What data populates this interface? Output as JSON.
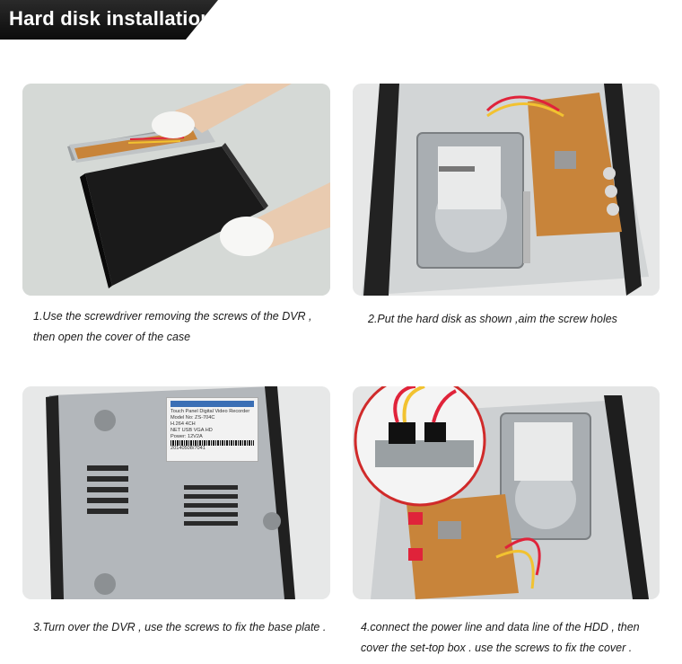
{
  "header": {
    "title": "Hard disk installation"
  },
  "steps": [
    {
      "line1": "1.Use the screwdriver removing the screws of the DVR ,",
      "line2": "then open the cover of the case"
    },
    {
      "line1": "2.Put the hard disk as shown ,aim the screw holes",
      "line2": ""
    },
    {
      "line1": "3.Turn over the DVR , use the screws to fix the base plate .",
      "line2": ""
    },
    {
      "line1": "4.connect the power line and data line of the HDD , then",
      "line2": "cover the set-top box . use the screws to fix the cover ."
    }
  ],
  "label": {
    "line1": "Touch Panel Digital Video Recorder",
    "line2": "Model No: ZS-704C",
    "line3": "H.264 4CH",
    "line4": "NET USB VGA HD",
    "line5": "Power: 12V2A",
    "serial": "20140508/7041"
  },
  "colors": {
    "banner": "#111111",
    "text": "#1a1a1a",
    "pcb": "#c8843a",
    "cable_red": "#e0233a",
    "cable_yellow": "#f2c230"
  }
}
